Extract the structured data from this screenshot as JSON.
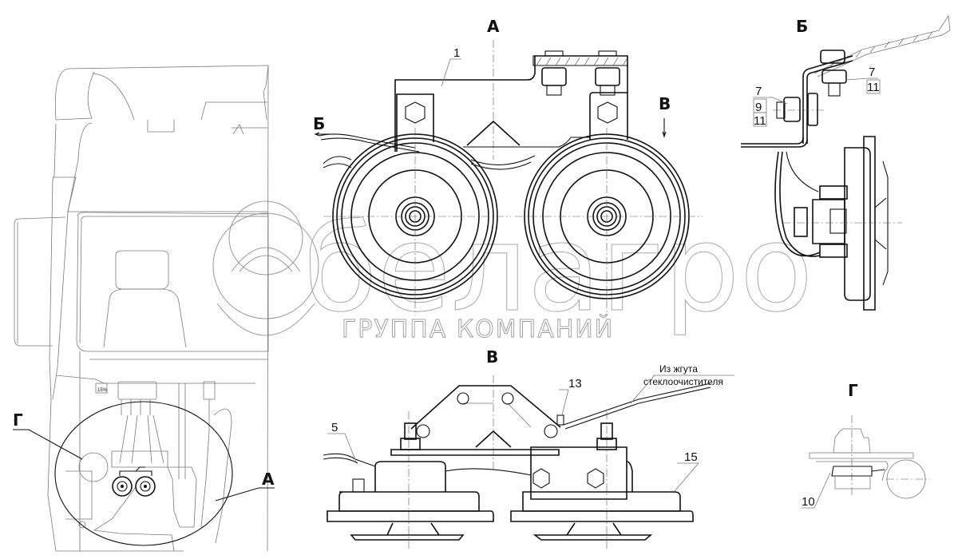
{
  "drawing": {
    "subject": "Horn (sound signal) installation on cab",
    "views": {
      "A": {
        "title": "А"
      },
      "B": {
        "title": "Б"
      },
      "V": {
        "title": "В"
      },
      "G": {
        "title": "Г"
      }
    },
    "view_markers": {
      "b_arrow_label": "Б",
      "v_arrow_label": "В",
      "g_leader_label": "Г",
      "a_leader_label": "А"
    },
    "callouts": {
      "view_a": [
        "1"
      ],
      "view_b_left": [
        "7",
        "9",
        "11"
      ],
      "view_b_right": [
        "7",
        "11"
      ],
      "view_v": [
        "5",
        "13",
        "15"
      ],
      "view_g": [
        "10"
      ]
    },
    "notes": {
      "harness_line1": "Из жгута",
      "harness_line2": "стеклоочистителя"
    },
    "cab_label": "15%"
  },
  "watermark": {
    "brand": "белагро",
    "tagline": "ГРУППА КОМПАНИЙ"
  }
}
